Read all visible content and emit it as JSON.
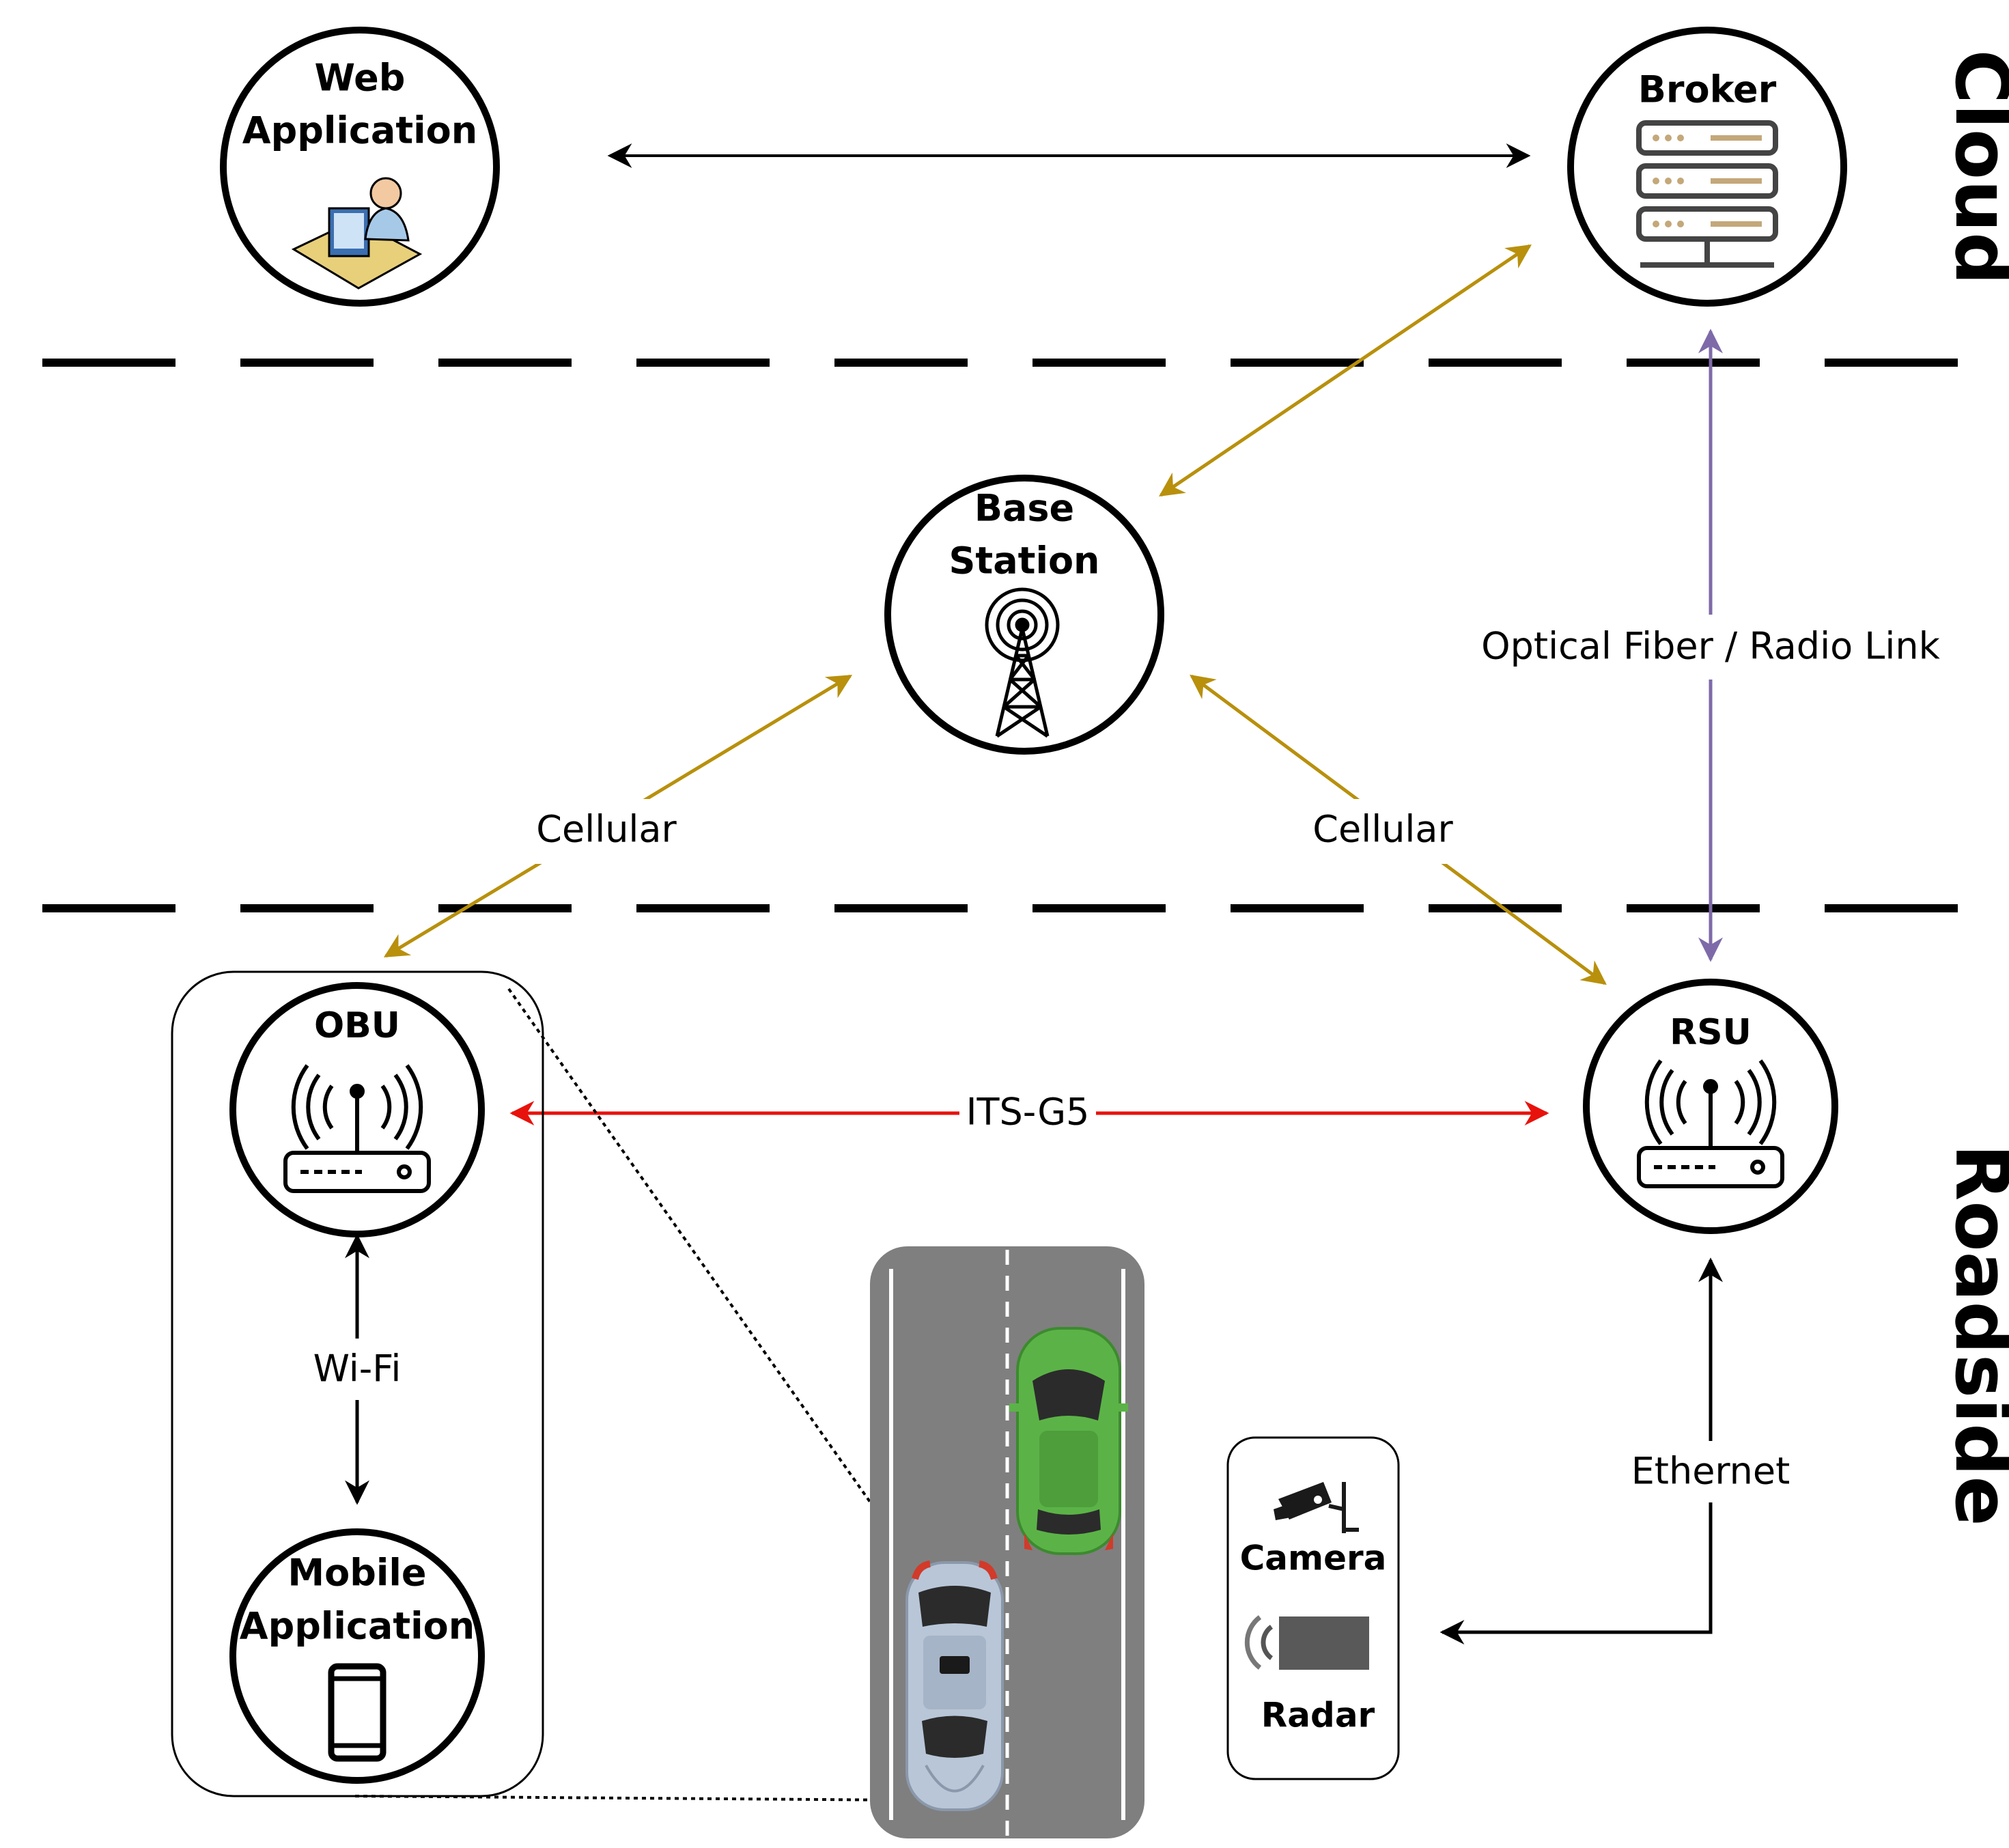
{
  "zones": {
    "cloud": "Cloud",
    "roadside": "Roadside"
  },
  "nodes": {
    "web_app": {
      "line1": "Web",
      "line2": "Application"
    },
    "broker": {
      "label": "Broker"
    },
    "base_station": {
      "line1": "Base",
      "line2": "Station"
    },
    "obu": {
      "label": "OBU"
    },
    "rsu": {
      "label": "RSU"
    },
    "mobile_app": {
      "line1": "Mobile",
      "line2": "Application"
    }
  },
  "sensors": {
    "camera": "Camera",
    "radar": "Radar"
  },
  "links": {
    "cellular_left": "Cellular",
    "cellular_right": "Cellular",
    "optical": "Optical Fiber / Radio Link",
    "its_g5": "ITS-G5",
    "wifi": "Wi-Fi",
    "ethernet": "Ethernet"
  },
  "colors": {
    "cellular": "#b8900c",
    "optical": "#7e6aa8",
    "its_g5": "#e8120c",
    "default": "#000000",
    "green_car": "#5bb347",
    "grey_car": "#b8c6d8",
    "road": "#7f7f7f"
  }
}
